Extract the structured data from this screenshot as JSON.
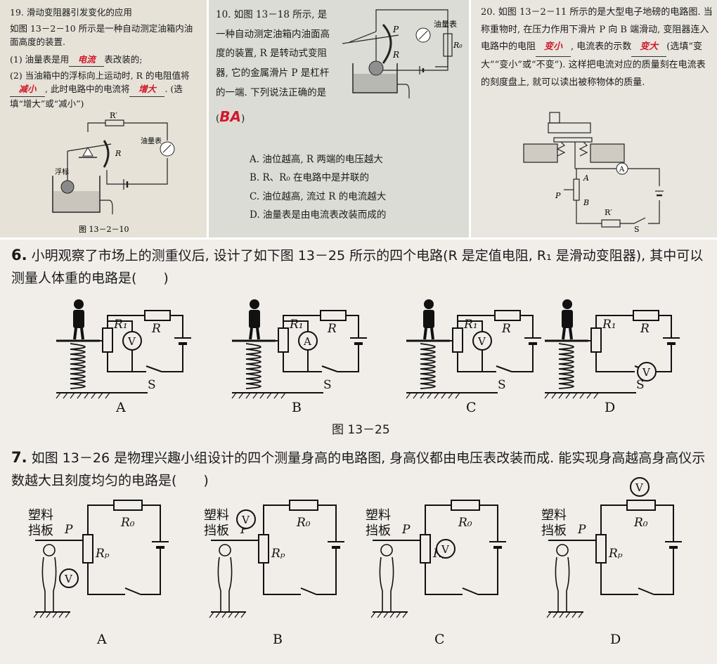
{
  "panel1": {
    "title": "19. 滑动变阻器引发变化的应用",
    "intro": "如图 13－2－10 所示是一种自动测定油箱内油面高度的装置.",
    "q1_prefix": "(1) 油量表是用",
    "q1_answer": "电流",
    "q1_suffix": "表改装的;",
    "q2_prefix": "(2) 当油箱中的浮标向上运动时, R 的电阻值将",
    "q2_answer1": "减小",
    "q2_mid": ", 此时电路中的电流将",
    "q2_answer2": "增大",
    "q2_suffix": ". (选填“增大”或“减小”)",
    "label_rprime": "R′",
    "label_r": "R",
    "label_meter": "油量表",
    "label_float": "浮标",
    "caption": "图 13－2－10"
  },
  "panel2": {
    "stem": "10. 如图 13－18 所示, 是一种自动测定油箱内油面高度的装置, R 是转动式变阻器, 它的金属滑片 P 是杠杆的一端. 下列说法正确的是(",
    "stem_close": ")",
    "answer": "BA",
    "options": [
      "A. 油位越高, R 两端的电压越大",
      "B. R、R₀ 在电路中是并联的",
      "C. 油位越高, 流过 R 的电流越大",
      "D. 油量表是由电流表改装而成的"
    ],
    "label_p": "P",
    "label_r": "R",
    "label_meter": "油量表",
    "label_r0": "R₀"
  },
  "panel3": {
    "text_a": "20. 如图 13－2－11 所示的是大型电子地磅的电路图. 当称重物时, 在压力作用下滑片 P 向 B 端滑动, 变阻器连入电路中的电阻",
    "answer1": "变小",
    "text_b": ", 电流表的示数",
    "answer2": "变大",
    "text_c": "(选填“变大”“变小”或“不变”). 这样把电流对应的质量刻在电流表的刻度盘上, 就可以读出被称物体的质量.",
    "labels": [
      "A",
      "P",
      "B",
      "R′",
      "S"
    ],
    "meter": "A"
  },
  "q6": {
    "number": "6.",
    "text": "小明观察了市场上的测重仪后, 设计了如下图 13－25 所示的四个电路(R 是定值电阻, R₁ 是滑动变阻器), 其中可以测量人体重的电路是(　　)",
    "options": [
      {
        "label": "A",
        "meter": "V"
      },
      {
        "label": "B",
        "meter": "A"
      },
      {
        "label": "C",
        "meter": "V"
      },
      {
        "label": "D",
        "meter": "V"
      }
    ],
    "r_label": "R",
    "r1_label": "R₁",
    "switch_label": "S",
    "caption": "图 13－25"
  },
  "q7": {
    "number": "7.",
    "text": "如图 13－26 是物理兴趣小组设计的四个测量身高的电路图, 身高仪都由电压表改装而成. 能实现身高越高身高仪示数越大且刻度均匀的电路是(　　)",
    "options": [
      "A",
      "B",
      "C",
      "D"
    ],
    "plate_label": "塑料挡板",
    "p_label": "P",
    "r0_label": "R₀",
    "rp_label": "Rₚ",
    "meter": "V"
  }
}
